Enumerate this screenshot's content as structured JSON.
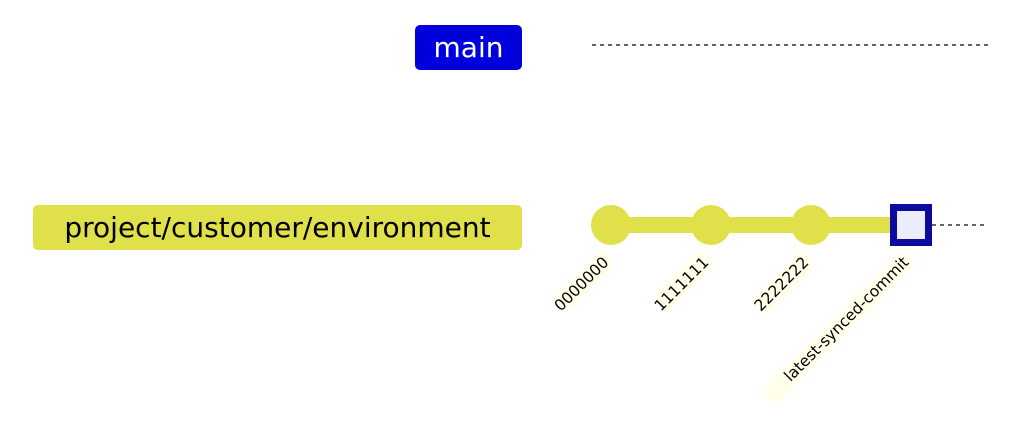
{
  "colors": {
    "main_branch": "#0000dd",
    "main_branch_text": "#ffffff",
    "env_branch": "#e0e04a",
    "env_branch_text": "#000000",
    "head_border": "#0b0b9e",
    "head_fill": "#ececfa",
    "commit_label_bg": "#ffffea",
    "dashed_line": "#333333"
  },
  "branches": [
    {
      "name": "main",
      "style": "main",
      "commits": []
    },
    {
      "name": "project/customer/environment",
      "style": "env",
      "commits": [
        {
          "id": "0000000",
          "kind": "normal"
        },
        {
          "id": "1111111",
          "kind": "normal"
        },
        {
          "id": "2222222",
          "kind": "normal"
        },
        {
          "id": "latest-synced-commit",
          "kind": "highlight"
        }
      ]
    }
  ]
}
